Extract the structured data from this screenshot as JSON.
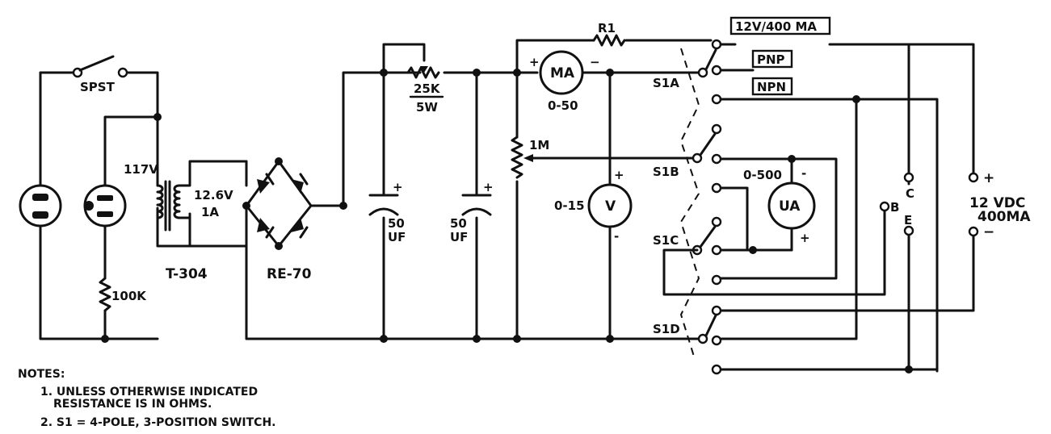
{
  "labels": {
    "spst": "SPST",
    "v117": "117V",
    "sec_v": "12.6V",
    "sec_a": "1A",
    "r100k": "100K",
    "t304": "T-304",
    "re70": "RE-70",
    "pot25k": "25K",
    "pot5w": "5W",
    "r1": "R1",
    "ma": "MA",
    "ma_range": "0-50",
    "pot1m": "1M",
    "v": "V",
    "v_range": "0-15",
    "ua": "UA",
    "ua_range": "0-500",
    "cap1_val": "50",
    "cap1_unit": "UF",
    "cap2_val": "50",
    "cap2_unit": "UF",
    "s1a": "S1A",
    "s1b": "S1B",
    "s1c": "S1C",
    "s1d": "S1D",
    "box_12v": "12V/400 MA",
    "box_pnp": "PNP",
    "box_npn": "NPN",
    "term_c": "C",
    "term_b": "B",
    "term_e": "E",
    "plus": "+",
    "minus": "−",
    "minus_short": "-",
    "out_v": "12 VDC",
    "out_a": "400MA"
  },
  "notes": {
    "title": "NOTES:",
    "n1_line1": "1. UNLESS OTHERWISE INDICATED",
    "n1_line2": "RESISTANCE IS IN OHMS.",
    "n2": "2. S1 = 4-POLE, 3-POSITION SWITCH."
  },
  "icons": [
    "neon-lamp-icon",
    "pilot-lamp-icon",
    "transformer-icon",
    "diode-bridge-icon",
    "capacitor-icon",
    "resistor-icon",
    "potentiometer-icon",
    "meter-icon",
    "switch-icon",
    "terminal-icon"
  ],
  "colors": {
    "ink": "#111111",
    "paper": "#ffffff"
  }
}
